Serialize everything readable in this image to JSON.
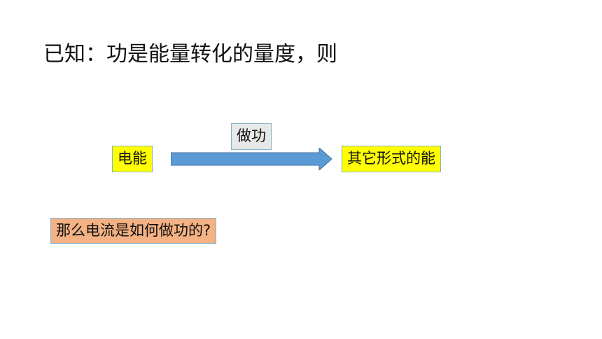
{
  "slide": {
    "title": "已知：功是能量转化的量度，则",
    "source_label": "电能",
    "action_label": "做功",
    "target_label": "其它形式的能",
    "question": "那么电流是如何做功的?"
  },
  "colors": {
    "highlight_yellow": "#ffff00",
    "action_gray": "#e8e8e8",
    "question_orange": "#f4b183",
    "arrow_blue": "#5b9bd5",
    "box_border": "#7fb3c9"
  },
  "icons": {
    "arrow": "arrow-right-icon"
  }
}
